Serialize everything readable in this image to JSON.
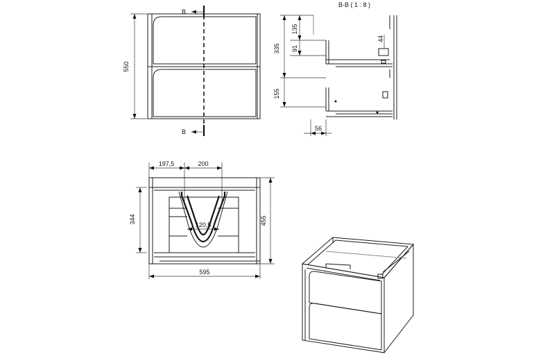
{
  "section_label": "B-B ( 1 : 8 )",
  "section_marks": {
    "top": "B",
    "bottom": "B"
  },
  "front_view": {
    "height": "550"
  },
  "side_section": {
    "dim_top": "135",
    "dim_drawer1": "335",
    "dim_inner": "91",
    "dim_depth_small": "44",
    "dim_drawer2": "155",
    "dim_bottom": "56"
  },
  "top_view": {
    "dim_offset": "197,5",
    "dim_cutout": "200",
    "dim_inner_depth": "344",
    "dim_total_depth": "455",
    "dim_radius_width": "120,5",
    "dim_width": "595"
  }
}
